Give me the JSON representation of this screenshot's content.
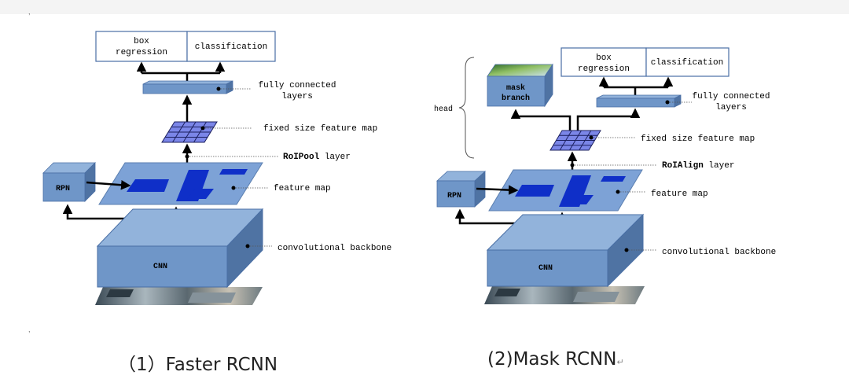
{
  "colors": {
    "box_front": "#6f96c8",
    "box_top": "#92b3db",
    "box_side": "#4f73a3",
    "feature_map": "#7da2d6",
    "roi_region": "#0f2fc8",
    "grid": "#7b86e8",
    "label_border": "#4a6fa5"
  },
  "left": {
    "out_box_regression": [
      "box",
      "regression"
    ],
    "out_classification": "classification",
    "fc_label": [
      "fully connected",
      "layers"
    ],
    "fixed_map_label": "fixed size feature map",
    "pool_label_bold": "RoIPool",
    "pool_label_rest": " layer",
    "rpn": "RPN",
    "feature_map_label": "feature map",
    "cnn": "CNN",
    "backbone_label": "convolutional backbone",
    "caption": "（1）Faster RCNN"
  },
  "right": {
    "mask_branch": [
      "mask",
      "branch"
    ],
    "head_label": "head",
    "out_box_regression": [
      "box",
      "regression"
    ],
    "out_classification": "classification",
    "fc_label": [
      "fully connected",
      "layers"
    ],
    "fixed_map_label": "fixed size feature map",
    "align_label_bold": "RoIAlign",
    "align_label_rest": " layer",
    "rpn": "RPN",
    "feature_map_label": "feature map",
    "cnn": "CNN",
    "backbone_label": "convolutional backbone",
    "caption": "(2)Mask RCNN",
    "caption_mark": "↵"
  }
}
